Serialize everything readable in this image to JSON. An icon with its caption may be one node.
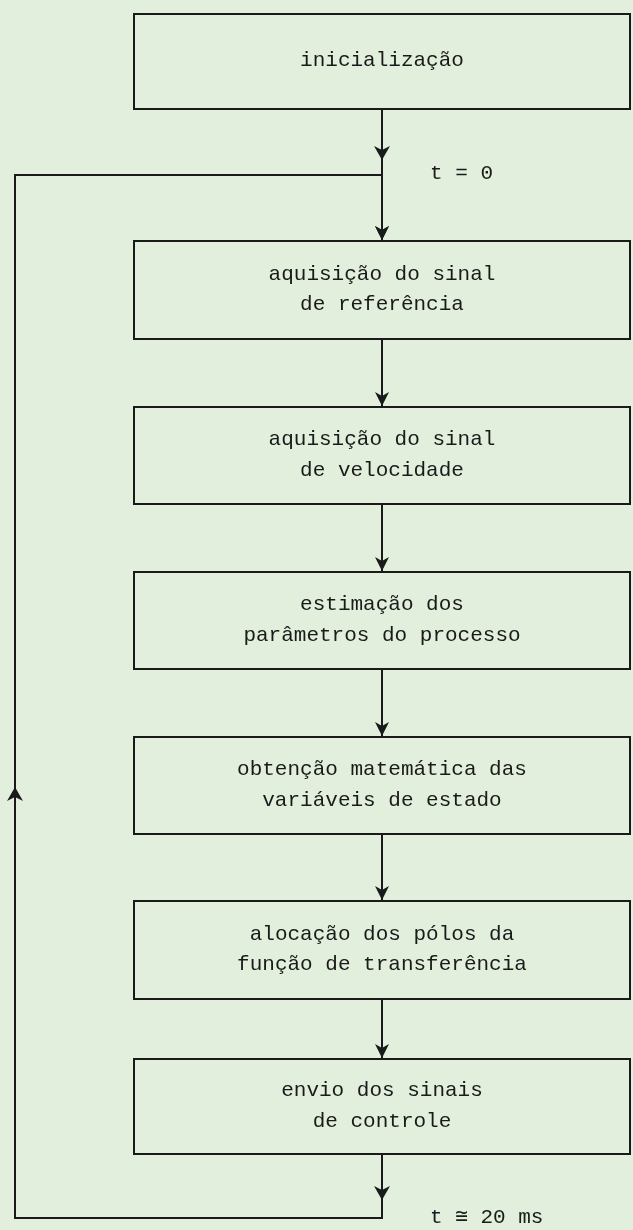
{
  "diagram": {
    "nodes": [
      {
        "text": [
          "inicialização"
        ]
      },
      {
        "text": [
          "aquisição do sinal de referência"
        ]
      },
      {
        "text": [
          "aquisição do sinal de velocidade"
        ]
      },
      {
        "text": [
          "estimação dos parâmetros do processo"
        ]
      },
      {
        "text": [
          "obtenção matemática das variáveis de estado"
        ]
      },
      {
        "text": [
          "alocação dos pólos da função de transferência"
        ]
      },
      {
        "text": [
          "envio dos sinais de controle"
        ]
      }
    ],
    "edges": [
      {
        "from": 0,
        "to": 1,
        "arrow": "to",
        "label": "t = 0"
      },
      {
        "from": 1,
        "to": 2,
        "arrow": "to"
      },
      {
        "from": 2,
        "to": 3,
        "arrow": "to"
      },
      {
        "from": 3,
        "to": 4,
        "arrow": "to"
      },
      {
        "from": 4,
        "to": 5,
        "arrow": "to"
      },
      {
        "from": 5,
        "to": 6,
        "arrow": "to"
      },
      {
        "from": 6,
        "to": 1,
        "arrow": "to",
        "label": "t ≅ 20 ms"
      }
    ]
  }
}
